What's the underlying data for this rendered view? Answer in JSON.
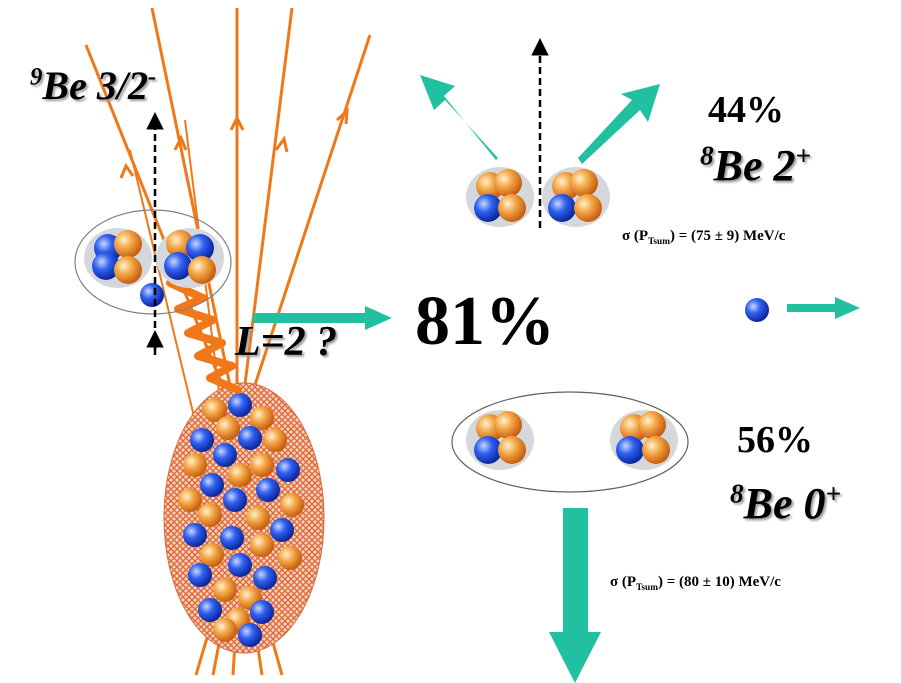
{
  "labels": {
    "be9_mass": "9",
    "be9_rest": "Be 3/2",
    "be9_parity": "-",
    "l_question": "L=2 ?",
    "total_pct": "81%",
    "upper_pct": "44%",
    "upper_mass": "8",
    "upper_rest": "Be 2",
    "upper_parity": "+",
    "upper_sigma_a": "σ (P",
    "upper_sigma_sub": "Tsum",
    "upper_sigma_b": ") = (75 ± 9) MeV/c",
    "lower_pct": "56%",
    "lower_mass": "8",
    "lower_rest": "Be 0",
    "lower_parity": "+",
    "lower_sigma_a": "σ (P",
    "lower_sigma_sub": "Tsum",
    "lower_sigma_b": ") = (80 ± 10) MeV/c"
  },
  "icons": [
    "target-nucleus-icon",
    "beryllium-9-cluster-icon",
    "alpha-cluster-icon",
    "neutron-icon",
    "photon-wiggle-icon",
    "momentum-arrow-icon",
    "spin-arrow-icon"
  ],
  "colors": {
    "beam_line": "#f07818",
    "arrow": "#20c0a0",
    "proton": "#f0a040",
    "neutron": "#2850e0",
    "cluster_fill": "#d4d8dc",
    "nucleus_fill": "#e8784a"
  }
}
